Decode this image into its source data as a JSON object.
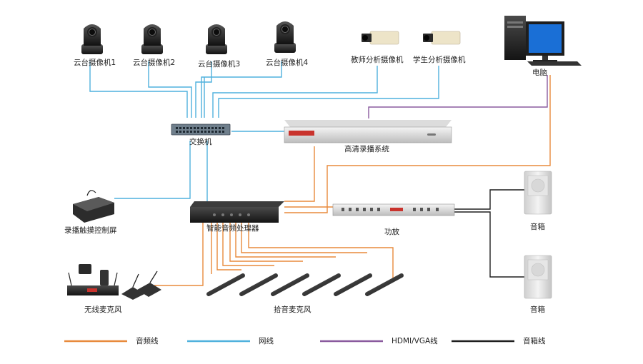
{
  "colors": {
    "audio": "#e88a3c",
    "network": "#4fb1dd",
    "hdmi": "#8a5a9e",
    "speaker": "#1e1e1e"
  },
  "devices": {
    "ptz_cameras": [
      "云台摄像机1",
      "云台摄像机2",
      "云台摄像机3",
      "云台摄像机4"
    ],
    "teacher_camera": "教师分析摄像机",
    "student_camera": "学生分析摄像机",
    "computer": "电脑",
    "switch": "交换机",
    "recorder": "高清录播系统",
    "touch_panel": "录播触摸控制屏",
    "processor": "智能音频处理器",
    "amplifier": "功放",
    "speaker_top": "音箱",
    "speaker_bottom": "音箱",
    "wireless_mic": "无线麦克风",
    "pickup_mics": "拾音麦克风"
  },
  "legend": [
    {
      "label": "音频线",
      "color": "#e88a3c"
    },
    {
      "label": "网线",
      "color": "#4fb1dd"
    },
    {
      "label": "HDMI/VGA线",
      "color": "#8a5a9e"
    },
    {
      "label": "音箱线",
      "color": "#1e1e1e"
    }
  ]
}
